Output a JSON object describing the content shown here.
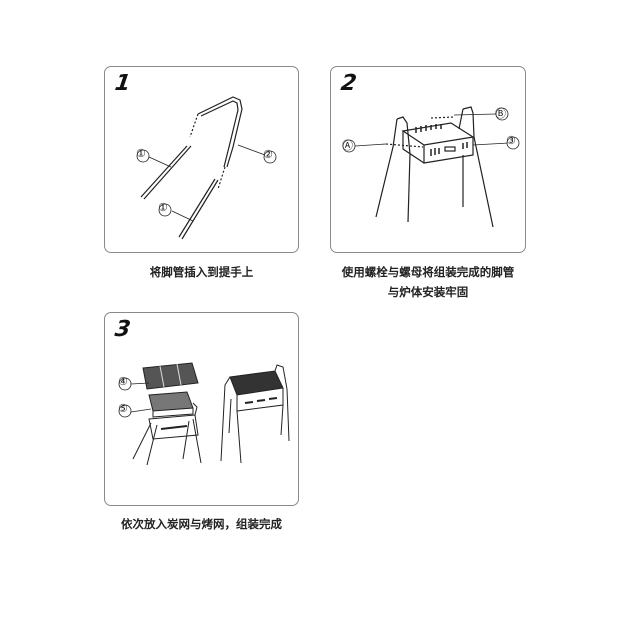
{
  "steps": [
    {
      "number": "1",
      "caption_lines": [
        "将脚管插入到提手上"
      ],
      "part_labels": [
        "①",
        "②",
        "①"
      ]
    },
    {
      "number": "2",
      "caption_lines": [
        "使用螺栓与螺母将组装完成的脚管",
        "与炉体安装牢固"
      ],
      "part_labels": [
        "Ⓐ",
        "Ⓑ",
        "③"
      ]
    },
    {
      "number": "3",
      "caption_lines": [
        "依次放入炭网与烤网，组装完成"
      ],
      "part_labels": [
        "④",
        "⑤"
      ]
    }
  ],
  "colors": {
    "border": "#8a8a8a",
    "line": "#222222",
    "text": "#1a1a1a"
  }
}
